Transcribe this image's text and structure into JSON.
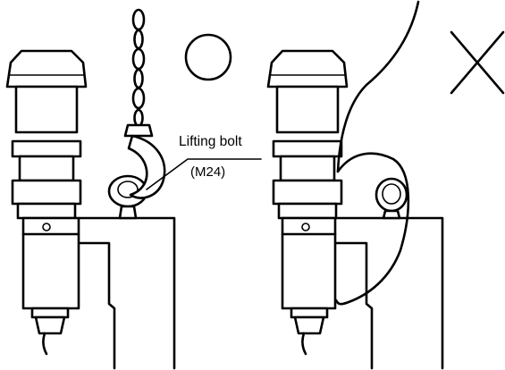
{
  "callout": {
    "label": "Lifting bolt",
    "size": "(M24)"
  },
  "marks": {
    "correct": "correct-mark-circle",
    "incorrect": "incorrect-mark-cross"
  }
}
